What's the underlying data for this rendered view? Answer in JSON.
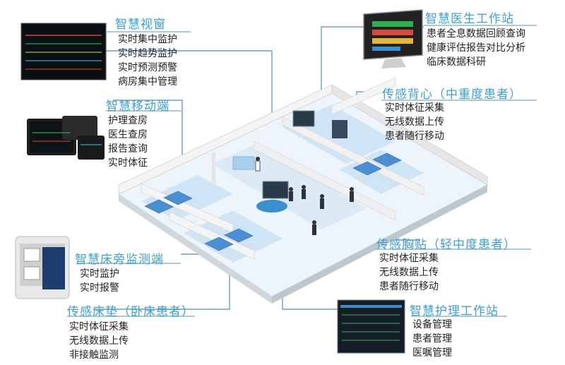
{
  "blocks": {
    "vision": {
      "title": "智慧视窗",
      "items": [
        "实时集中监护",
        "实时趋势监护",
        "实时预测预警",
        "病房集中管理"
      ]
    },
    "doctor": {
      "title": "智慧医生工作站",
      "items": [
        "患者全息数据回顾查询",
        "健康评估报告对比分析",
        "临床数据科研"
      ]
    },
    "mobile": {
      "title": "智慧移动端",
      "items": [
        "护理查房",
        "医生查房",
        "报告查询",
        "实时体征"
      ]
    },
    "vest": {
      "title": "传感背心（中重度患者）",
      "items": [
        "实时体征采集",
        "无线数据上传",
        "患者随行移动"
      ]
    },
    "bedside": {
      "title": "智慧床旁监测端",
      "items": [
        "实时监护",
        "实时报警"
      ]
    },
    "chest": {
      "title": "传感胸贴（轻中度患者）",
      "items": [
        "实时体征采集",
        "无线数据上传",
        "患者随行移动"
      ]
    },
    "mattress": {
      "title": "传感床垫（卧床患者）",
      "items": [
        "实时体征采集",
        "无线数据上传",
        "非接触监测"
      ]
    },
    "nurse": {
      "title": "智慧护理工作站",
      "items": [
        "设备管理",
        "患者管理",
        "医嘱管理"
      ]
    }
  },
  "colors": {
    "title": "#3aa0d8",
    "floor": "#dbeaf5",
    "wall": "#f2f2f2",
    "wall_side": "#d9d9d9",
    "bed": "#4a8fd4",
    "leader": "#6b9ec9"
  }
}
